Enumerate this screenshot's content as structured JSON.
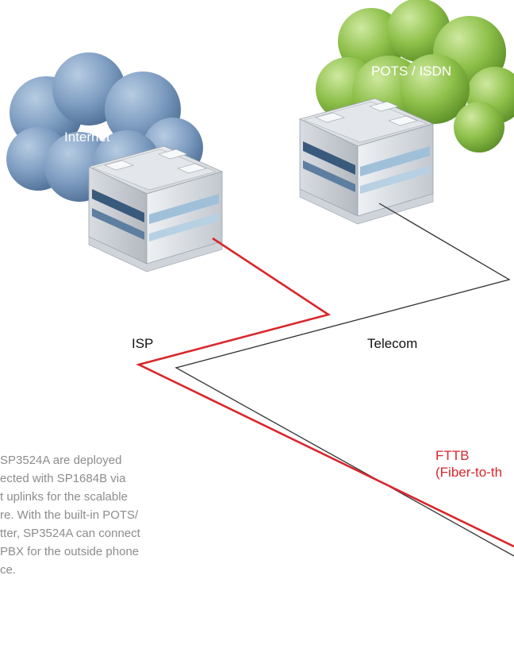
{
  "clouds": {
    "internet": {
      "label": "Internet",
      "color": "#7f9ec2"
    },
    "pots_isdn": {
      "label": "POTS / ISDN",
      "color": "#8ec04a"
    }
  },
  "links": {
    "isp": {
      "label": "ISP",
      "color": "#d9262b"
    },
    "telecom": {
      "label": "Telecom",
      "color": "#333333"
    },
    "fttb": {
      "line1": "FTTB",
      "line2": "(Fiber-to-th",
      "color": "#d9262b"
    }
  },
  "description": {
    "lines": [
      "SP3524A are deployed",
      "ected with SP1684B via",
      "t uplinks for the scalable",
      "re. With the built-in POTS/",
      "tter, SP3524A can connect",
      "PBX for the outside phone",
      "ce."
    ]
  }
}
